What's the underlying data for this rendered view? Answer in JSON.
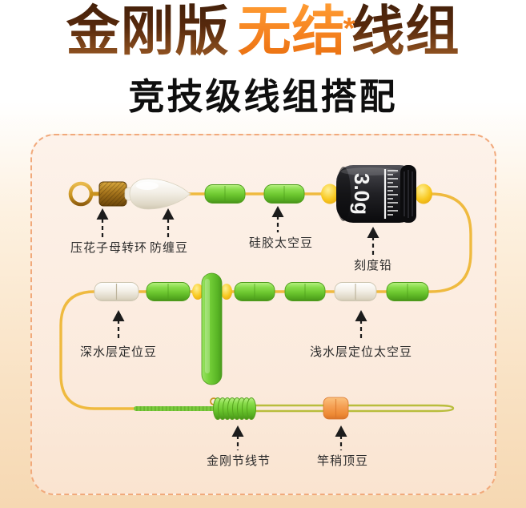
{
  "title": {
    "part1": "金刚版",
    "highlight": "无结",
    "asterisk": "*",
    "part2": "线组"
  },
  "subtitle": "竞技级线组搭配",
  "panel": {
    "weight_value": "3.0g",
    "labels": {
      "swivel": "压花子母转环",
      "anti_tangle_bean": "防缠豆",
      "silicone_space_bean": "硅胶太空豆",
      "scale_lead": "刻度铅",
      "deep_water_bean": "深水层定位豆",
      "shallow_water_bean": "浅水层定位太空豆",
      "kong_knot": "金刚节线节",
      "rod_tip_bean": "竿稍顶豆"
    }
  },
  "colors": {
    "title_brown": "#54280C",
    "title_orange": "#F58220",
    "panel_border": "#F1A97B",
    "line_gold": "#EFBA3F",
    "bean_green": "#6FC82F",
    "bean_white": "#F0ECE1",
    "bead_yellow": "#F8C81F",
    "rod_tip_orange": "#F29C52",
    "weight_black": "#202024",
    "tip_line_olive": "#B9BD3C"
  }
}
